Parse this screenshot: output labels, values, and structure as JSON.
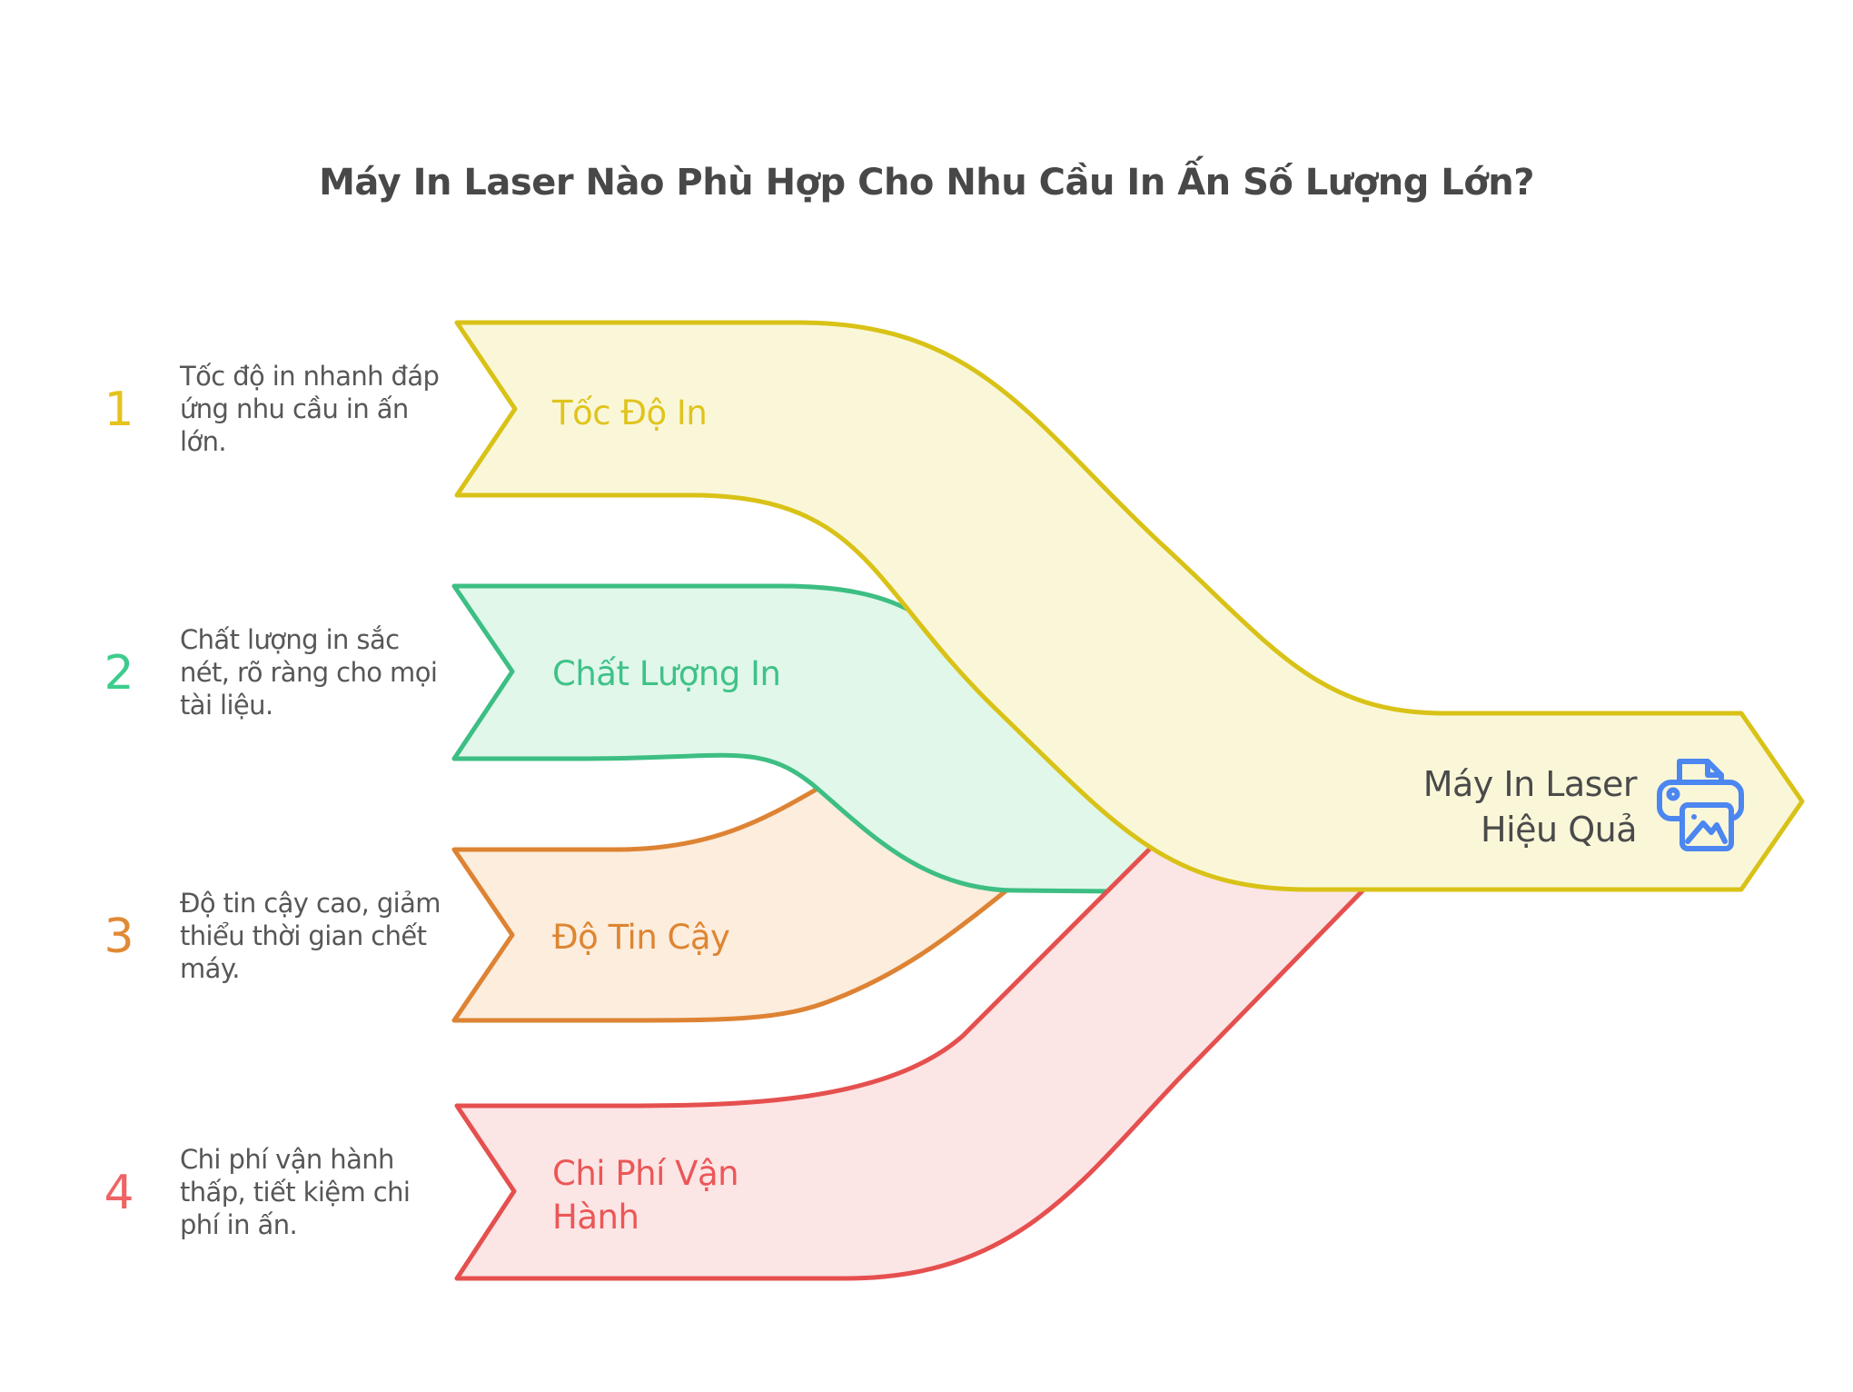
{
  "title": "Máy In Laser Nào Phù Hợp Cho Nhu Cầu In Ấn Số Lượng Lớn?",
  "factors": [
    {
      "number": "1",
      "description": "Tốc độ in nhanh đáp\nứng nhu cầu in ấn\nlớn.",
      "label": "Tốc Độ In",
      "border_color": "#d9c217",
      "fill_color": "#faf7d9",
      "label_color": "#e0c41e",
      "number_color": "#e5c31d"
    },
    {
      "number": "2",
      "description": "Chất lượng in sắc\nnét, rõ ràng cho mọi\ntài liệu.",
      "label": "Chất Lượng In",
      "border_color": "#3dbe83",
      "fill_color": "#e0f7ea",
      "label_color": "#3fc287",
      "number_color": "#3ecc8c"
    },
    {
      "number": "3",
      "description": "Độ tin cậy cao, giảm\nthiểu thời gian chết\nmáy.",
      "label": "Độ Tin Cậy",
      "border_color": "#dd8333",
      "fill_color": "#fceddd",
      "label_color": "#de8531",
      "number_color": "#e08a35"
    },
    {
      "number": "4",
      "description": "Chi phí vận hành\nthấp, tiết kiệm chi\nphí in ấn.",
      "label": "Chi Phí Vận\nHành",
      "border_color": "#e5504f",
      "fill_color": "#fce5e5",
      "label_color": "#eb5757",
      "number_color": "#f06363"
    }
  ],
  "result": {
    "label": "Máy In Laser\nHiệu Quả",
    "icon": "printer-icon",
    "icon_color": "#4c86f0",
    "border_color": "#d9c217",
    "fill_color": "#faf7d9"
  }
}
